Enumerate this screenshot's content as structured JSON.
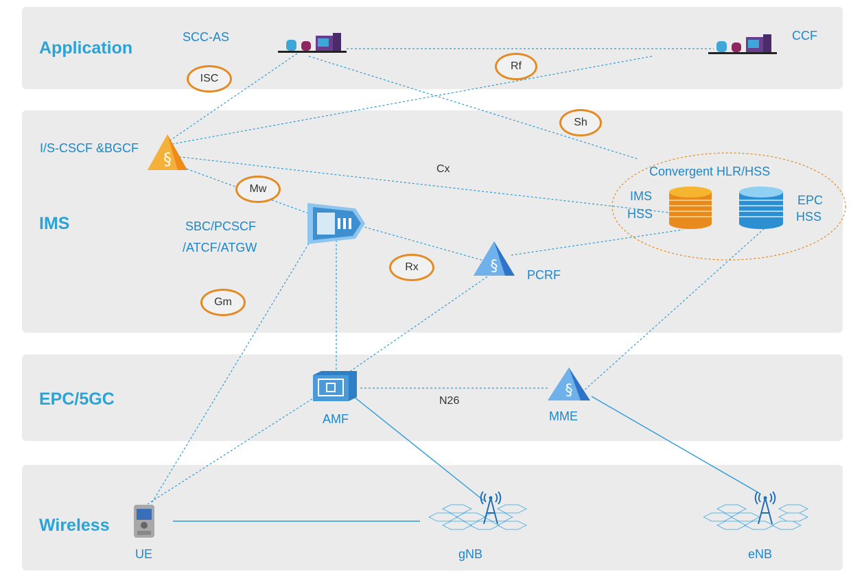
{
  "layers": {
    "application": "Application",
    "ims": "IMS",
    "epc5gc": "EPC/5GC",
    "wireless": "Wireless"
  },
  "nodes": {
    "scc_as": "SCC-AS",
    "ccf": "CCF",
    "iscscf_bgcf": "I/S-CSCF &BGCF",
    "sbc_line1": "SBC/PCSCF",
    "sbc_line2": "/ATCF/ATGW",
    "pcrf": "PCRF",
    "hss_group": "Convergent HLR/HSS",
    "ims_hss_line1": "IMS",
    "ims_hss_line2": "HSS",
    "epc_hss_line1": "EPC",
    "epc_hss_line2": "HSS",
    "amf": "AMF",
    "mme": "MME",
    "ue": "UE",
    "gnb": "gNB",
    "enb": "eNB"
  },
  "interfaces": {
    "isc": "ISC",
    "rf": "Rf",
    "sh": "Sh",
    "mw": "Mw",
    "cx": "Cx",
    "rx": "Rx",
    "gm": "Gm",
    "n26": "N26"
  },
  "colors": {
    "layer_bg": "#ebebeb",
    "title": "#2aa3d6",
    "label": "#1d87c9",
    "link": "#2b9bd6",
    "interface_ring": "#e38a23"
  }
}
